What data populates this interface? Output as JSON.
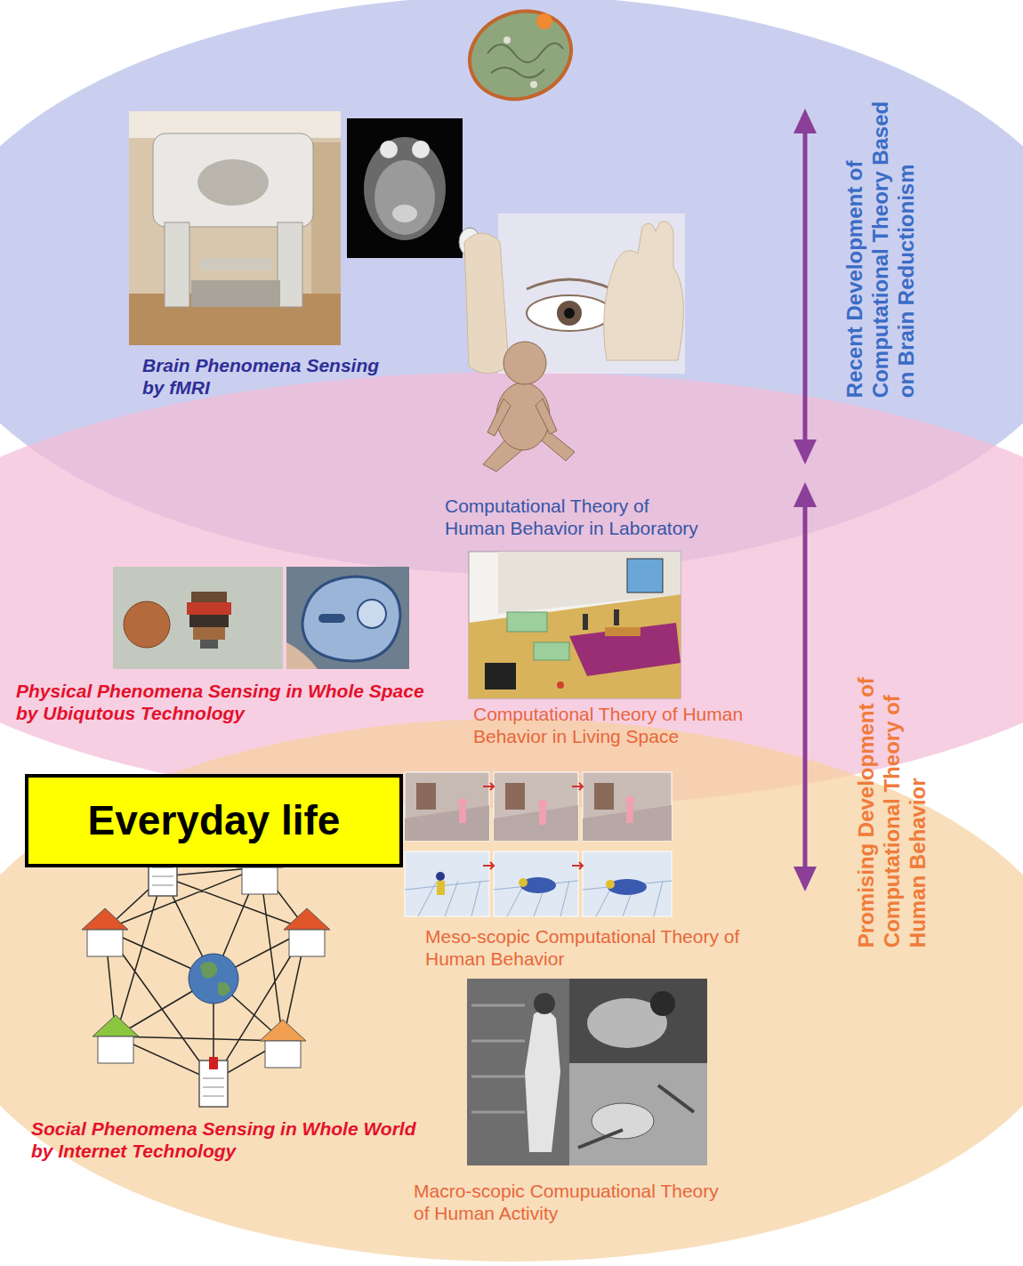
{
  "diagram": {
    "nodes": [
      {
        "text": [
          "Brain Phenomena Sensing by fMRI",
          "Computational Theory of Human Behavior in Laboratory"
        ]
      },
      {
        "text": [
          "Physical Phenomena Sensing in Whole Space by Ubiqutous Technology",
          "Computational Theory of Human Behavior in Living Space"
        ]
      },
      {
        "text": [
          "Everyday life"
        ]
      },
      {
        "text": [
          "Meso-scopic Computational Theory of Human Behavior",
          "Social Phenomena Sensing in Whole World by Internet Technology",
          "Macro-scopic Comupuational Theory of Human Activity"
        ]
      }
    ],
    "labels": [
      "Recent Development of Computational Theory Based on Brain Reductionism",
      "Promising Development of Computational Theory of Human Behavior"
    ]
  }
}
